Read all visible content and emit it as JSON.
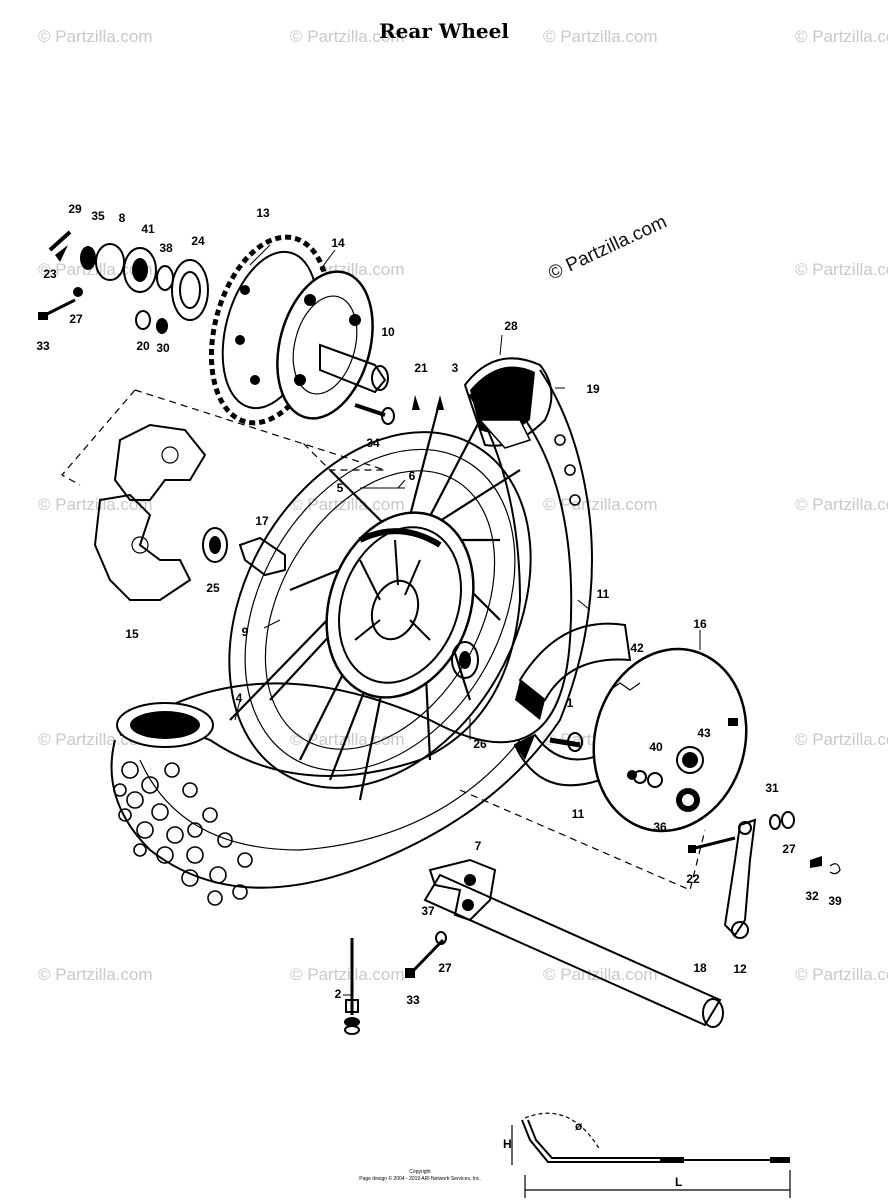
{
  "title": "Rear Wheel",
  "watermark": "© Partzilla.com",
  "footer_text": [
    "Copyright",
    "Page design © 2004 - 2019 ARI Network Services, Inc."
  ],
  "dimension_labels": [
    "H",
    "L"
  ],
  "callouts": [
    {
      "id": "c29",
      "label": "29"
    },
    {
      "id": "c35",
      "label": "35"
    },
    {
      "id": "c8",
      "label": "8"
    },
    {
      "id": "c41",
      "label": "41"
    },
    {
      "id": "c38",
      "label": "38"
    },
    {
      "id": "c24",
      "label": "24"
    },
    {
      "id": "c13",
      "label": "13"
    },
    {
      "id": "c14",
      "label": "14"
    },
    {
      "id": "c23",
      "label": "23"
    },
    {
      "id": "c27a",
      "label": "27"
    },
    {
      "id": "c33a",
      "label": "33"
    },
    {
      "id": "c20",
      "label": "20"
    },
    {
      "id": "c30",
      "label": "30"
    },
    {
      "id": "c10",
      "label": "10"
    },
    {
      "id": "c21",
      "label": "21"
    },
    {
      "id": "c3",
      "label": "3"
    },
    {
      "id": "c28",
      "label": "28"
    },
    {
      "id": "c19",
      "label": "19"
    },
    {
      "id": "c34",
      "label": "34"
    },
    {
      "id": "c5",
      "label": "5"
    },
    {
      "id": "c6",
      "label": "6"
    },
    {
      "id": "c17",
      "label": "17"
    },
    {
      "id": "c25",
      "label": "25"
    },
    {
      "id": "c15",
      "label": "15"
    },
    {
      "id": "c9",
      "label": "9"
    },
    {
      "id": "c11a",
      "label": "11"
    },
    {
      "id": "c42",
      "label": "42"
    },
    {
      "id": "c16",
      "label": "16"
    },
    {
      "id": "c1",
      "label": "1"
    },
    {
      "id": "c4",
      "label": "4"
    },
    {
      "id": "c26",
      "label": "26"
    },
    {
      "id": "c40",
      "label": "40"
    },
    {
      "id": "c43",
      "label": "43"
    },
    {
      "id": "c11b",
      "label": "11"
    },
    {
      "id": "c36",
      "label": "36"
    },
    {
      "id": "c31",
      "label": "31"
    },
    {
      "id": "c27b",
      "label": "27"
    },
    {
      "id": "c22",
      "label": "22"
    },
    {
      "id": "c7",
      "label": "7"
    },
    {
      "id": "c32",
      "label": "32"
    },
    {
      "id": "c39",
      "label": "39"
    },
    {
      "id": "c37",
      "label": "37"
    },
    {
      "id": "c27c",
      "label": "27"
    },
    {
      "id": "c12",
      "label": "12"
    },
    {
      "id": "c18",
      "label": "18"
    },
    {
      "id": "c2",
      "label": "2"
    },
    {
      "id": "c33b",
      "label": "33"
    }
  ]
}
